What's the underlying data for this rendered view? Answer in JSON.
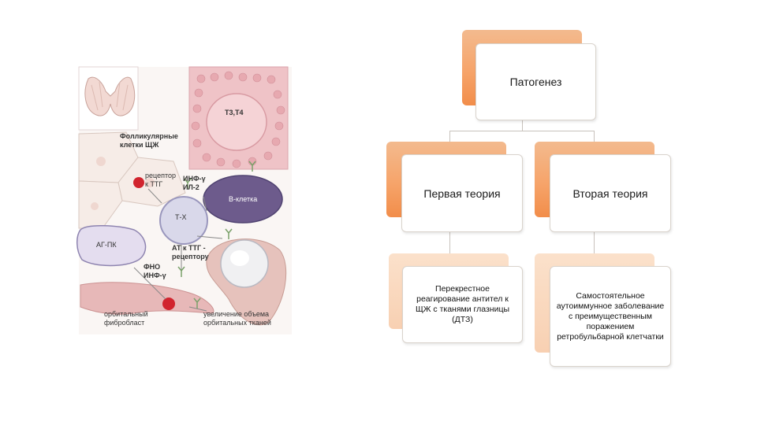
{
  "illustration": {
    "labels": {
      "t3t4": "Т3,Т4",
      "follicular": "Фолликулярные\nклетки ЩЖ",
      "receptor": "рецептор\nк ТТГ",
      "inf_il2": "ИНФ-γ\nИЛ-2",
      "bcell": "В-клетка",
      "tx": "Т-Х",
      "agpk": "АГ-ПК",
      "at_ttg": "АТ к ТТГ -\nрецептору",
      "fno": "ФНО\nИНФ-γ",
      "orbital_fibroblast": "орбитальный\nфибробласт",
      "volume_increase": "увеличение объема\nорбитальных тканей"
    }
  },
  "diagram": {
    "root": "Патогенез",
    "theory1": "Первая теория",
    "theory2": "Вторая теория",
    "detail1": "Перекрестное реагирование антител к ЩЖ с тканями глазницы (ДТЗ)",
    "detail2": "Самостоятельное аутоиммунное заболевание с преимущественным поражением ретробульбарной клетчатки"
  }
}
